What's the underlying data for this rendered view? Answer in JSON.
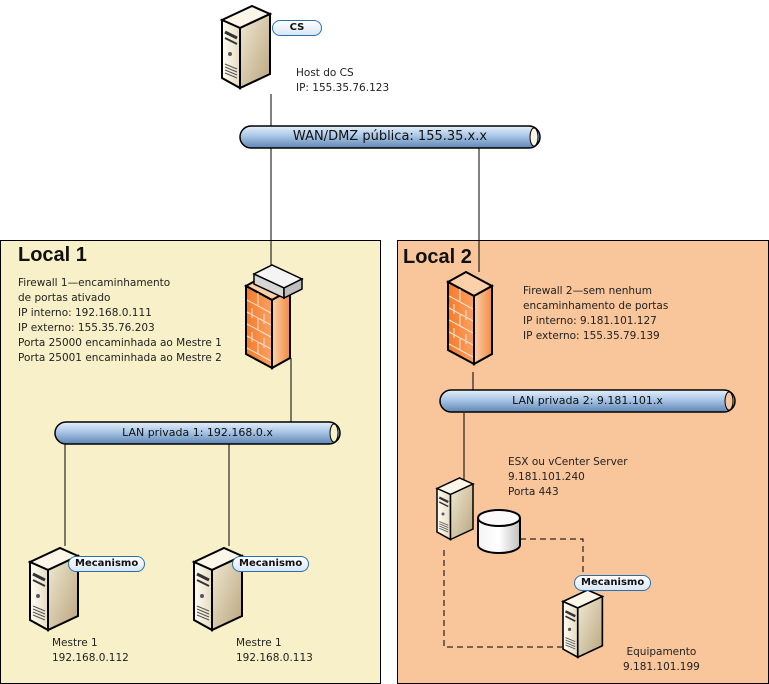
{
  "cs_host": {
    "badge": "CS",
    "label_lines": [
      "Host do CS",
      "IP: 155.35.76.123"
    ]
  },
  "wan": {
    "label": "WAN/DMZ pública: 155.35.x.x"
  },
  "site1": {
    "title": "Local 1",
    "background": "#f7f0c8",
    "firewall_lines": [
      "Firewall 1—encaminhamento",
      "de portas ativado",
      "IP interno: 192.168.0.111",
      "IP externo: 155.35.76.203",
      "Porta 25000 encaminhada ao Mestre 1",
      "Porta 25001 encaminhada ao Mestre 2"
    ],
    "lan_label": "LAN privada 1: 192.168.0.x",
    "servers": [
      {
        "badge": "Mecanismo",
        "name": "Mestre 1",
        "ip": "192.168.0.112"
      },
      {
        "badge": "Mecanismo",
        "name": "Mestre 1",
        "ip": "192.168.0.113"
      }
    ]
  },
  "site2": {
    "title": "Local 2",
    "background": "#f9c59b",
    "firewall_lines": [
      "Firewall 2—sem nenhum",
      "encaminhamento de portas",
      "IP interno: 9.181.101.127",
      "IP externo: 155.35.79.139"
    ],
    "lan_label": "LAN privada 2: 9.181.101.x",
    "vcenter_lines": [
      "ESX ou vCenter Server",
      "9.181.101.240",
      "Porta 443"
    ],
    "appliance": {
      "badge": "Mecanismo",
      "name": "Equipamento",
      "ip": "9.181.101.199"
    }
  }
}
